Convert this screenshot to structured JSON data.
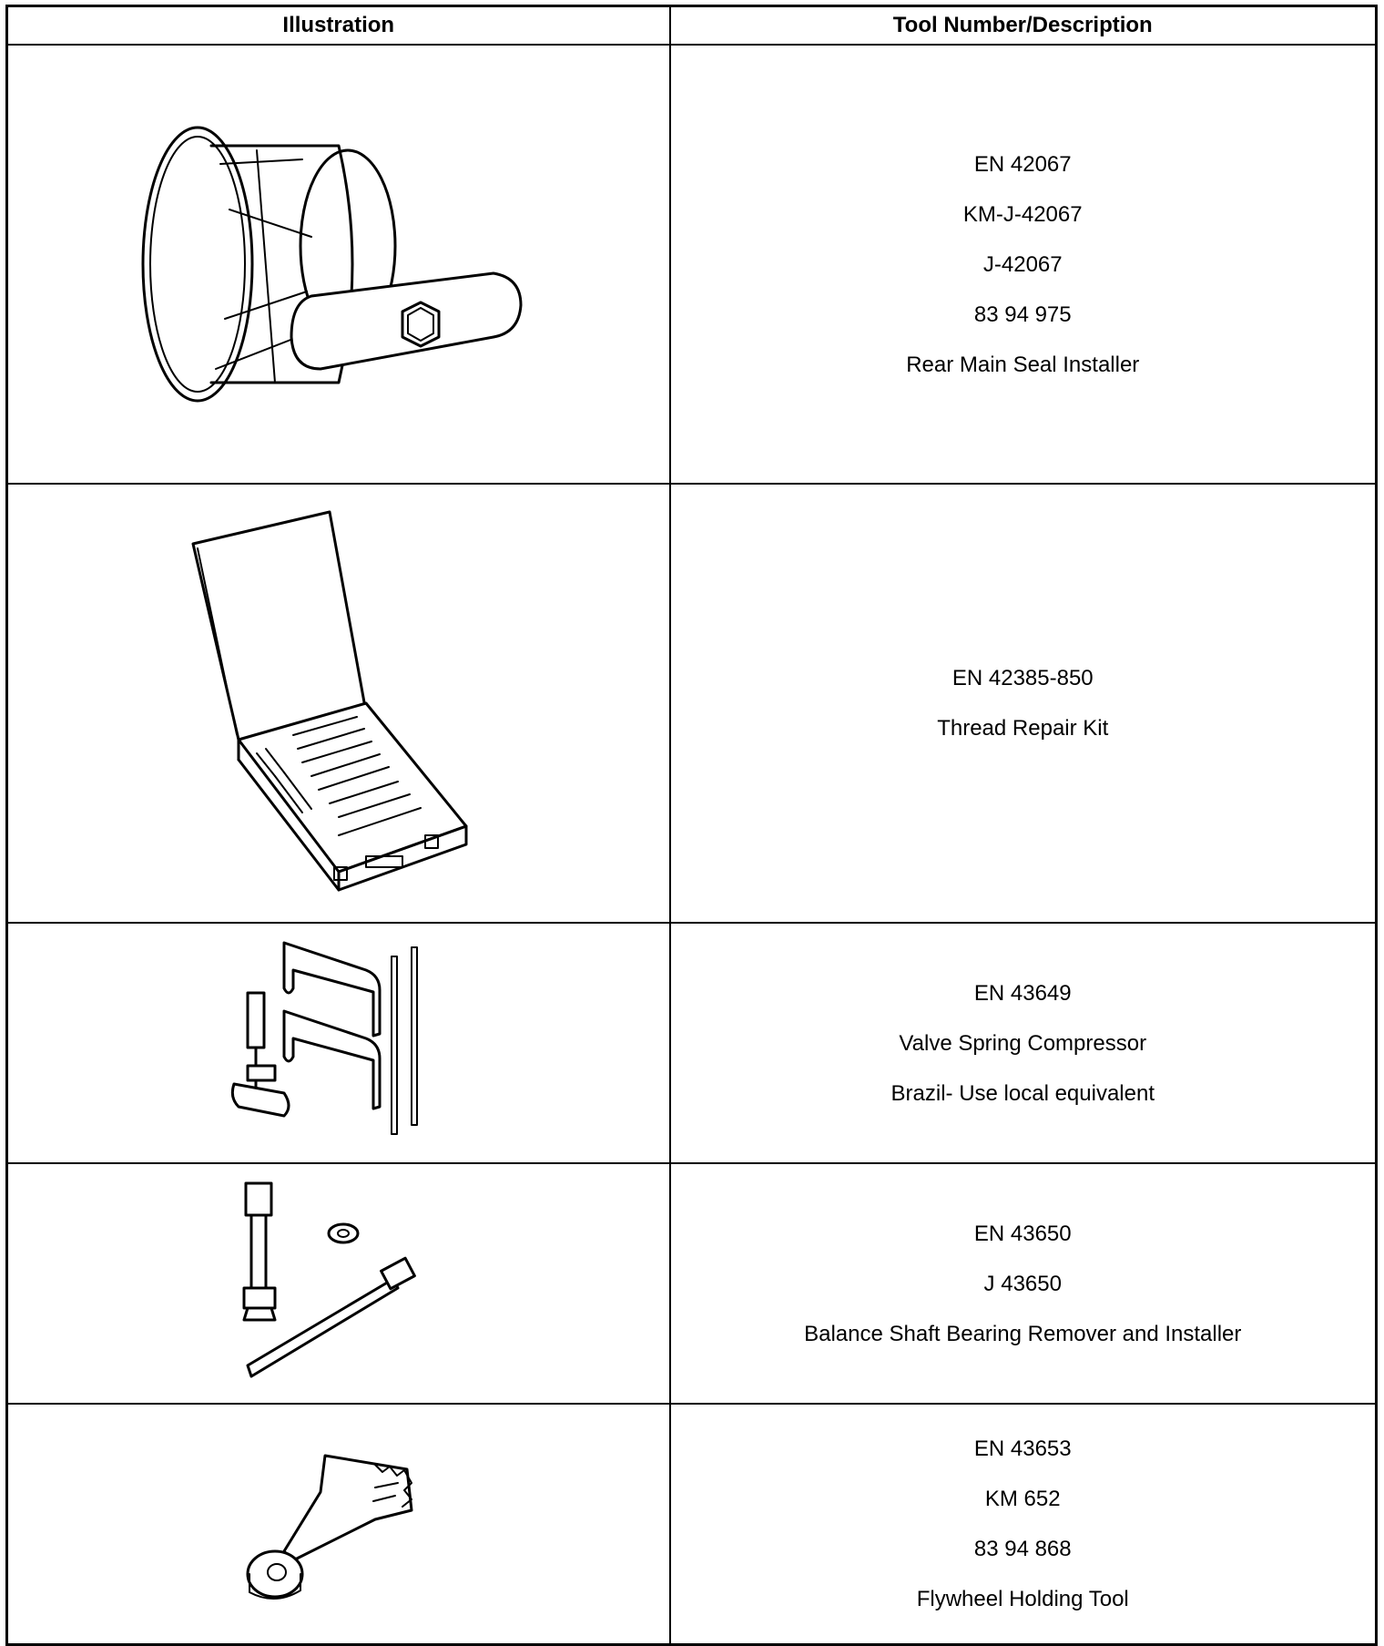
{
  "header": {
    "col_illustration": "Illustration",
    "col_description": "Tool Number/Description"
  },
  "rows": [
    {
      "icon": "rear-main-seal-installer-illustration",
      "lines": [
        "EN 42067",
        "KM-J-42067",
        "J-42067",
        "83 94 975",
        "Rear Main Seal Installer"
      ]
    },
    {
      "icon": "thread-repair-kit-illustration",
      "lines": [
        "EN 42385-850",
        "Thread Repair Kit"
      ]
    },
    {
      "icon": "valve-spring-compressor-illustration",
      "lines": [
        "EN 43649",
        "Valve Spring Compressor",
        "Brazil- Use local equivalent"
      ]
    },
    {
      "icon": "balance-shaft-bearing-tool-illustration",
      "lines": [
        "EN 43650",
        "J 43650",
        "Balance Shaft Bearing Remover and Installer"
      ]
    },
    {
      "icon": "flywheel-holding-tool-illustration",
      "lines": [
        "EN 43653",
        "KM 652",
        "83 94 868",
        "Flywheel Holding Tool"
      ]
    }
  ]
}
